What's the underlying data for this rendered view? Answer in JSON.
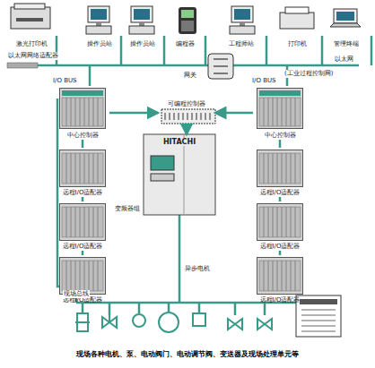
{
  "diagram": {
    "caption": "现场各种电机、泵、电动阀门、电动调节阀、变送器及现场处理单元等",
    "nodes": [
      {
        "text": [
          "激光打印机"
        ]
      },
      {
        "text": [
          "操作员站"
        ]
      },
      {
        "text": [
          "操作员站"
        ]
      },
      {
        "text": [
          "编程器"
        ]
      },
      {
        "text": [
          "工程师站"
        ]
      },
      {
        "text": [
          "打印机"
        ]
      },
      {
        "text": [
          "管理终端"
        ]
      },
      {
        "text": [
          "中心控制器"
        ]
      },
      {
        "text": [
          "远程I/O适配器"
        ]
      },
      {
        "text": [
          "远程I/O适配器"
        ]
      },
      {
        "text": [
          "远程I/O适配器"
        ]
      },
      {
        "text": [
          "中心控制器"
        ]
      },
      {
        "text": [
          "远程I/O适配器"
        ]
      },
      {
        "text": [
          "远程I/O适配器"
        ]
      },
      {
        "text": [
          "远程I/O适配器"
        ]
      },
      {
        "text": [
          "可编程控制器"
        ]
      },
      {
        "text": [
          "HITACHI",
          "变频器组"
        ]
      }
    ],
    "edges": [
      {
        "from": 7,
        "to": 8,
        "arrow": "none"
      },
      {
        "from": 8,
        "to": 9,
        "arrow": "none"
      },
      {
        "from": 9,
        "to": 10,
        "arrow": "none"
      },
      {
        "from": 11,
        "to": 12,
        "arrow": "none"
      },
      {
        "from": 12,
        "to": 13,
        "arrow": "none"
      },
      {
        "from": 13,
        "to": 14,
        "arrow": "none"
      },
      {
        "from": 7,
        "to": 15,
        "arrow": "to"
      },
      {
        "from": 11,
        "to": 15,
        "arrow": "to"
      },
      {
        "from": 15,
        "to": 16,
        "arrow": "to"
      }
    ],
    "labels": [
      "以太网网络适配器",
      "以太网",
      "(工业过程控制网)",
      "网关",
      "I/O BUS",
      "I/O BUS",
      "异步电机",
      "现场总线"
    ]
  }
}
